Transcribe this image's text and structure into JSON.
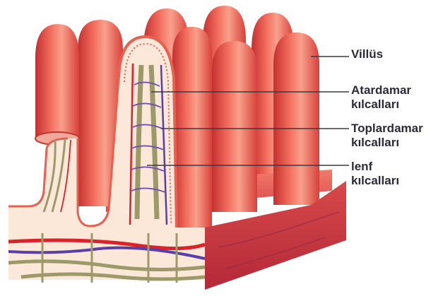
{
  "labels": {
    "villus": "Villüs",
    "artery_line1": "Atardamar",
    "artery_line2": "kılcalları",
    "vein_line1": "Toplardamar",
    "vein_line2": "kılcalları",
    "lymph_line1": "lenf",
    "lymph_line2": "kılcalları"
  },
  "colors": {
    "tissue": "#e8483e",
    "tissue_light": "#f48a78",
    "tissue_dark": "#b82a26",
    "block_front": "#c8323a",
    "artery": "#d8232a",
    "vein": "#5a3fa8",
    "lymph": "#9c9a6a",
    "leader_line": "#3a3a48"
  }
}
